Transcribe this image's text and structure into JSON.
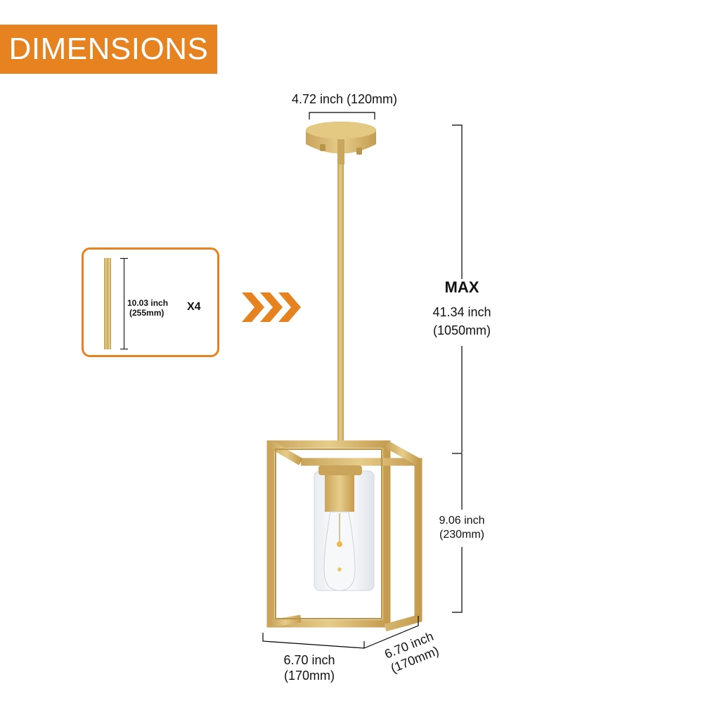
{
  "banner": {
    "title": "DIMENSIONS",
    "color": "#e6821f"
  },
  "accessory": {
    "label_inch": "10.03 inch",
    "label_mm": "(255mm)",
    "quantity": "X4",
    "border_color": "#e6821f"
  },
  "arrows": {
    "icon": "triple-chevron-right-icon",
    "color": "#e6821f"
  },
  "dimensions": {
    "canopy": {
      "text": "4.72 inch (120mm)"
    },
    "max_height": {
      "label": "MAX",
      "inch": "41.34 inch",
      "mm": "(1050mm)"
    },
    "shade_height": {
      "inch": "9.06 inch",
      "mm": "(230mm)"
    },
    "width": {
      "inch": "6.70 inch",
      "mm": "(170mm)"
    },
    "depth": {
      "inch": "6.70 inch",
      "mm": "(170mm)"
    }
  },
  "product": {
    "name": "pendant-light",
    "finish_color": "#d4af5f"
  }
}
